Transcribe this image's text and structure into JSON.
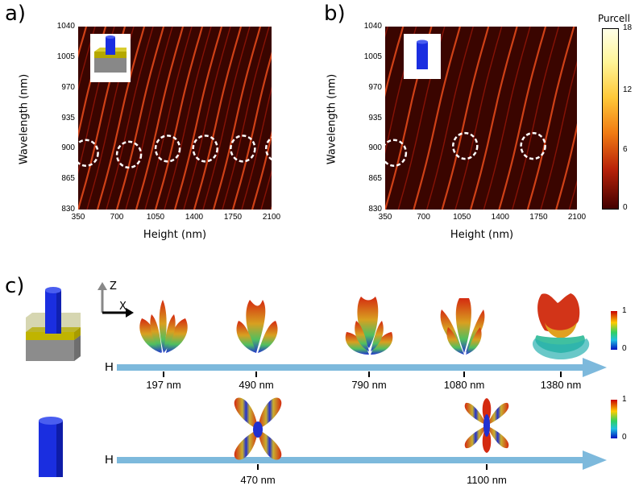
{
  "panels": {
    "a": "a)",
    "b": "b)",
    "c": "c)"
  },
  "colorbar": {
    "title": "Purcell",
    "ticks": [
      "18",
      "12",
      "6",
      "0"
    ]
  },
  "chart_data": [
    {
      "type": "heatmap",
      "panel": "a",
      "xlabel": "Height (nm)",
      "ylabel": "Wavelength (nm)",
      "xlim": [
        350,
        2100
      ],
      "ylim": [
        830,
        1040
      ],
      "xticks": [
        "350",
        "700",
        "1050",
        "1400",
        "1750",
        "2100"
      ],
      "yticks": [
        "1040",
        "1005",
        "970",
        "935",
        "900",
        "865",
        "830"
      ],
      "highlighted_modes_height": [
        420,
        810,
        1160,
        1500,
        1840,
        2160
      ],
      "highlighted_modes_wavelength": [
        895,
        893,
        900,
        900,
        900,
        900
      ],
      "inset": "nanopillar-on-substrate"
    },
    {
      "type": "heatmap",
      "panel": "b",
      "xlabel": "Height (nm)",
      "ylabel": "Wavelength (nm)",
      "xlim": [
        350,
        2100
      ],
      "ylim": [
        830,
        1040
      ],
      "xticks": [
        "350",
        "700",
        "1050",
        "1400",
        "1750",
        "2100"
      ],
      "yticks": [
        "1040",
        "1005",
        "970",
        "935",
        "900",
        "865",
        "830"
      ],
      "highlighted_modes_height": [
        430,
        1080,
        1700
      ],
      "highlighted_modes_wavelength": [
        895,
        903,
        903
      ],
      "inset": "standalone-nanopillar"
    }
  ],
  "panel_c": {
    "axis_symbol": "H",
    "axes_labels": {
      "z": "Z",
      "x": "X"
    },
    "row1_heights": [
      "197 nm",
      "490 nm",
      "790 nm",
      "1080 nm",
      "1380 nm"
    ],
    "row2_heights": [
      "470 nm",
      "1100 nm"
    ],
    "colorbar_ticks": [
      "1",
      "0"
    ]
  },
  "colors": {
    "arrow": "#7db9dc",
    "map_dark": "#2a0000",
    "map_line": "#d83a10",
    "pillar": "#1a2ee0",
    "gold": "#c8b800"
  }
}
